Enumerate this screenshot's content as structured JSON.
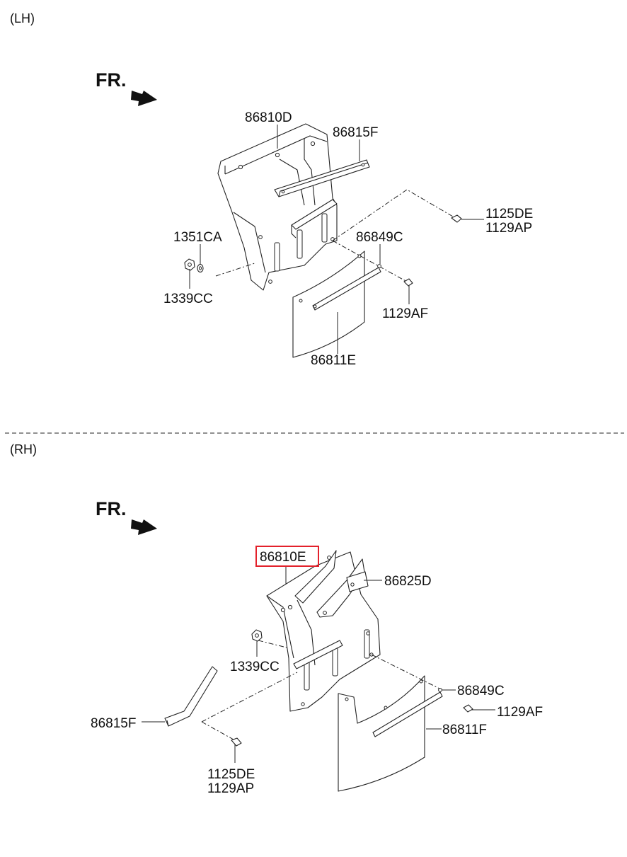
{
  "sections": {
    "lh": {
      "title": "(LH)",
      "fr": "FR.",
      "labels": {
        "p86810D": "86810D",
        "p86815F": "86815F",
        "p1125DE": "1125DE",
        "p1129AP": "1129AP",
        "p1351CA": "1351CA",
        "p86849C": "86849C",
        "p1339CC": "1339CC",
        "p1129AF": "1129AF",
        "p86811E": "86811E"
      }
    },
    "rh": {
      "title": "(RH)",
      "fr": "FR.",
      "labels": {
        "p86810E": "86810E",
        "p86825D": "86825D",
        "p1339CC": "1339CC",
        "p86849C": "86849C",
        "p1129AF": "1129AF",
        "p86815F": "86815F",
        "p86811F": "86811F",
        "p1125DE": "1125DE",
        "p1129AP": "1129AP"
      },
      "highlighted_part": "86810E"
    }
  },
  "colors": {
    "line": "#222222",
    "highlight": "#e3212b",
    "background": "#ffffff"
  }
}
